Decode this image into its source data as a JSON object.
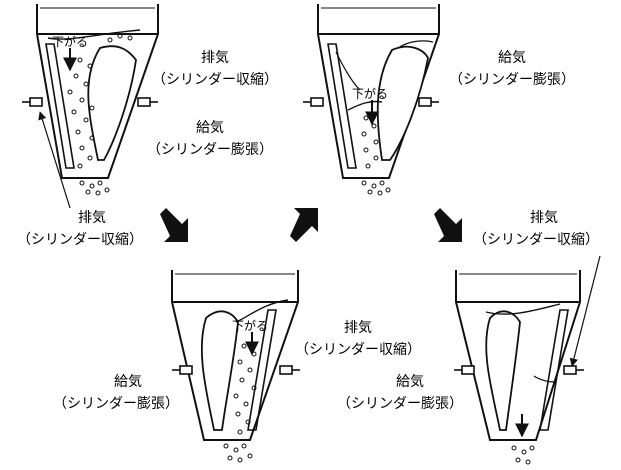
{
  "labels": {
    "exhaust": "排気",
    "exhaust_sub": "（シリンダー収縮）",
    "intake": "給気",
    "intake_sub": "（シリンダー膨張）",
    "down": "下がる"
  },
  "colors": {
    "line": "#111111",
    "fill": "#ffffff",
    "arrow": "#111111"
  }
}
